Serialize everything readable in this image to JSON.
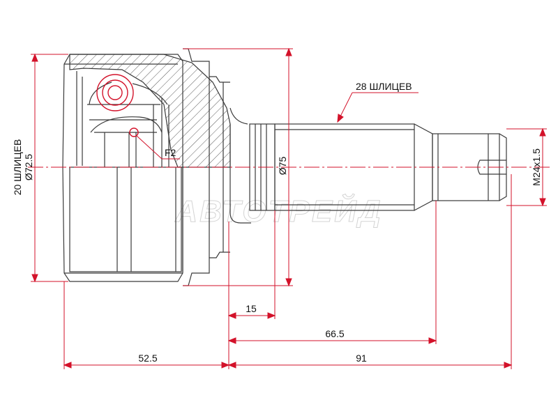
{
  "part": {
    "outer_splines_label": "20 ШЛИЦЕВ",
    "outer_diameter_label": "Ø72.5",
    "shaft_splines_label": "28 ШЛИЦЕВ",
    "flange_diameter_label": "Ø75",
    "thread_label": "M24x1.5",
    "callout_label": "F2"
  },
  "dimensions": {
    "shoulder_length": "15",
    "shaft_length": "66.5",
    "body_length": "52.5",
    "stem_length": "91"
  },
  "watermark": {
    "text": "АВТОТРЕЙД"
  },
  "colors": {
    "outline": "#3a3a3a",
    "dimension": "#d3122a",
    "hatch": "#5a5a5a",
    "ball": "#d3122a"
  }
}
